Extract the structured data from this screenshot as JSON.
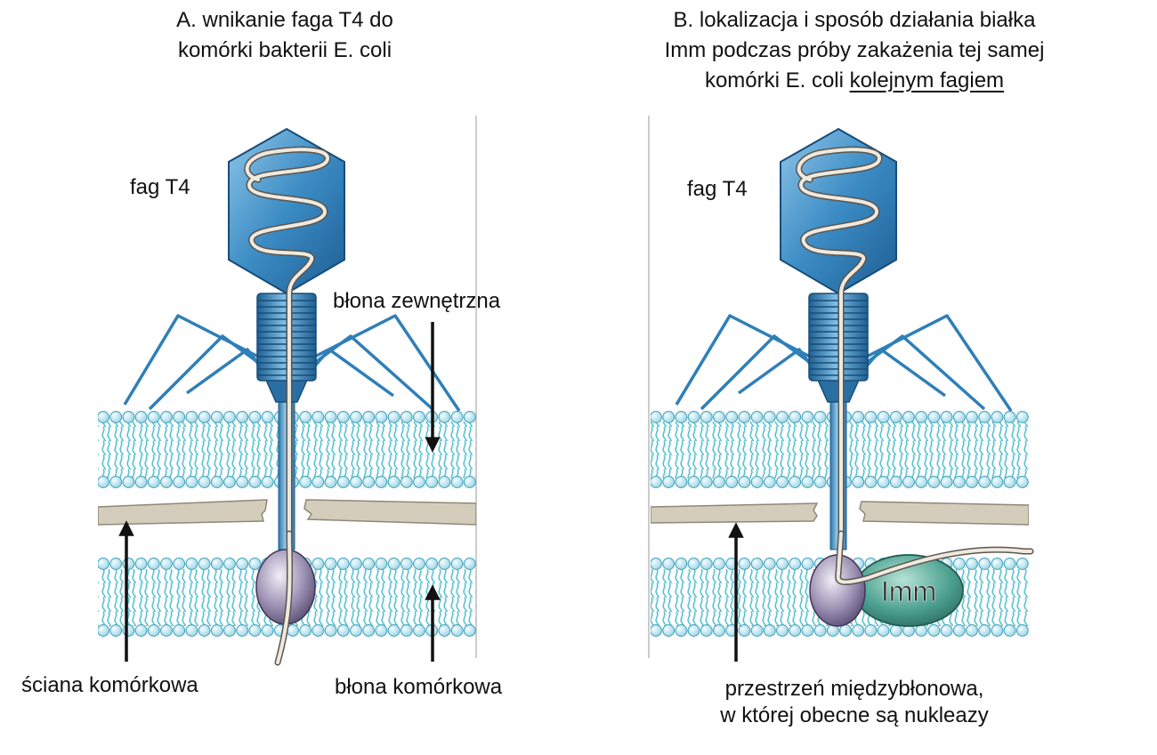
{
  "panel_a": {
    "title_line1": "A. wnikanie faga T4 do",
    "title_line2": "komórki bakterii E. coli",
    "phage_label": "fag T4",
    "outer_membrane_label": "błona zewnętrzna",
    "cell_wall_label": "ściana komórkowa",
    "cell_membrane_label": "błona komórkowa"
  },
  "panel_b": {
    "title_line1": "B. lokalizacja i sposób działania białka",
    "title_line2": "Imm podczas próby zakażenia tej samej",
    "title_line3_prefix": "komórki E. coli ",
    "title_line3_underlined": "kolejnym fagiem",
    "phage_label": "fag T4",
    "protein_label": "Imm",
    "periplasm_label_line1": "przestrzeń międzybłonowa,",
    "periplasm_label_line2": "w której obecne są nukleazy"
  },
  "colors": {
    "phage_blue": "#2f7fb8",
    "phage_dark": "#1d5f93",
    "membrane_head": "#d3eef6",
    "membrane_tail": "#4ab9cc",
    "cell_wall": "#cfc8b8",
    "imm_green": "#3c8f82",
    "pore_purple": "#8a7fa0"
  }
}
